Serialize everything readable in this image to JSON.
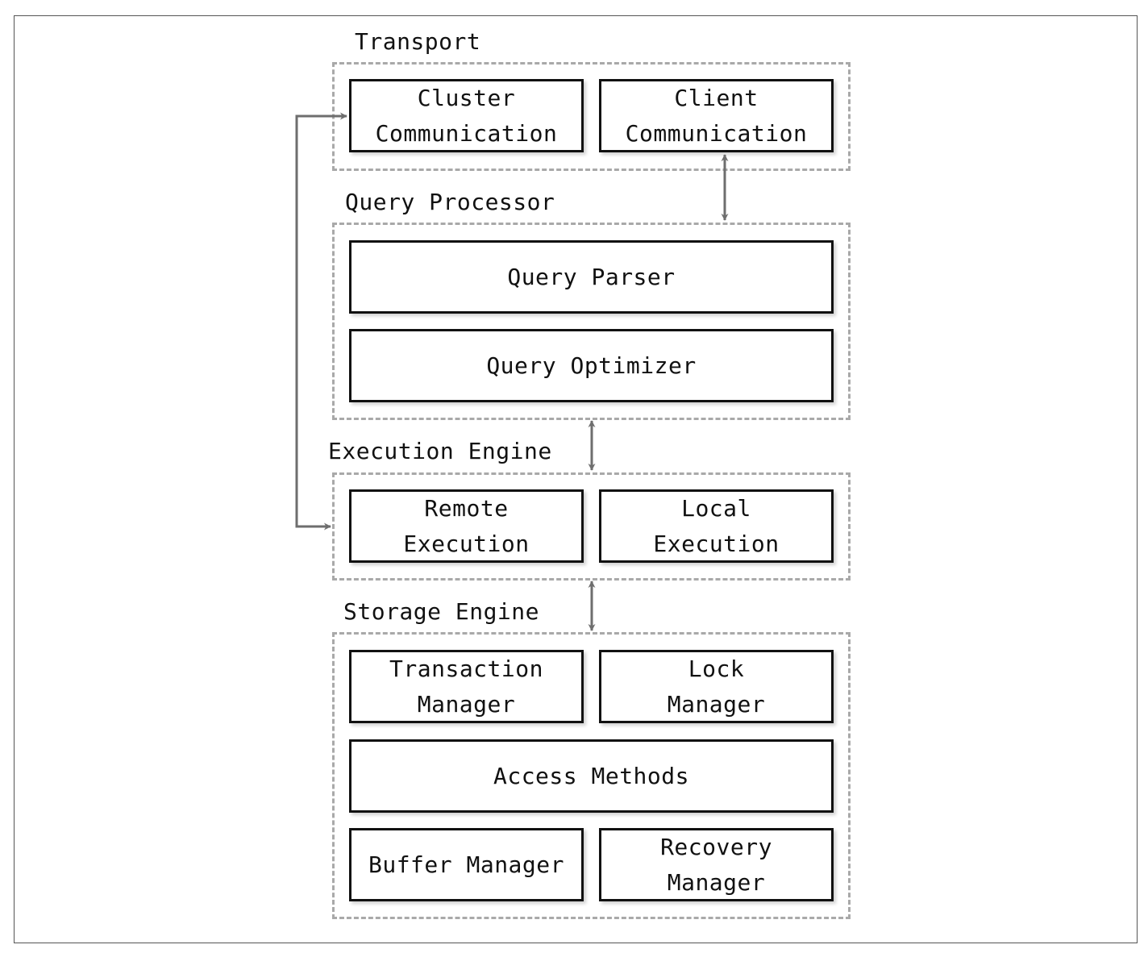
{
  "groups": {
    "transport": {
      "label": "Transport",
      "cluster": {
        "line1": "Cluster",
        "line2": "Communication"
      },
      "client": {
        "line1": "Client",
        "line2": "Communication"
      }
    },
    "query_processor": {
      "label": "Query Processor",
      "parser": "Query Parser",
      "optimizer": "Query Optimizer"
    },
    "execution_engine": {
      "label": "Execution Engine",
      "remote": {
        "line1": "Remote",
        "line2": "Execution"
      },
      "local": {
        "line1": "Local",
        "line2": "Execution"
      }
    },
    "storage_engine": {
      "label": "Storage Engine",
      "transaction": {
        "line1": "Transaction",
        "line2": "Manager"
      },
      "lock": {
        "line1": "Lock",
        "line2": "Manager"
      },
      "access": "Access Methods",
      "buffer": "Buffer Manager",
      "recovery": {
        "line1": "Recovery",
        "line2": "Manager"
      }
    }
  },
  "colors": {
    "arrow": "#6e6e6e",
    "dashed_border": "#a9a9a9",
    "box_border": "#111111"
  }
}
